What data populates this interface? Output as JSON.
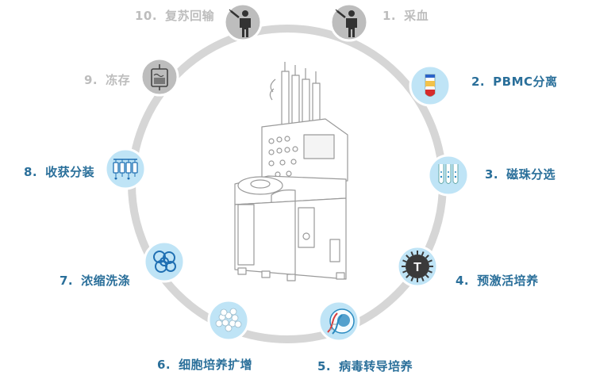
{
  "colors": {
    "ring": "#d6d6d6",
    "gray_node": "#bdbdbd",
    "blue_node_fill": "#bfe4f6",
    "blue_node_stroke": "#ffffff",
    "label_blue": "#2a6f9a",
    "label_gray": "#bdbdbd",
    "machine_line": "#9a9a9a"
  },
  "steps": [
    {
      "num": "1.",
      "text": "采血",
      "state": "inactive",
      "icon": "person-syringe-icon"
    },
    {
      "num": "2.",
      "text": "PBMC分离",
      "state": "active",
      "icon": "test-tube-layers-icon"
    },
    {
      "num": "3.",
      "text": "磁珠分选",
      "state": "active",
      "icon": "test-tubes-icon"
    },
    {
      "num": "4.",
      "text": "预激活培养",
      "state": "active",
      "icon": "t-cell-icon"
    },
    {
      "num": "5.",
      "text": "病毒转导培养",
      "state": "active",
      "icon": "dna-virus-icon"
    },
    {
      "num": "6.",
      "text": "细胞培养扩增",
      "state": "active",
      "icon": "cell-cluster-icon"
    },
    {
      "num": "7.",
      "text": "浓缩洗涤",
      "state": "active",
      "icon": "cell-rings-icon"
    },
    {
      "num": "8.",
      "text": "收获分装",
      "state": "active",
      "icon": "bag-array-icon"
    },
    {
      "num": "9.",
      "text": "冻存",
      "state": "inactive",
      "icon": "freeze-bag-icon"
    },
    {
      "num": "10.",
      "text": "复苏回输",
      "state": "inactive",
      "icon": "person-syringe-icon"
    }
  ]
}
